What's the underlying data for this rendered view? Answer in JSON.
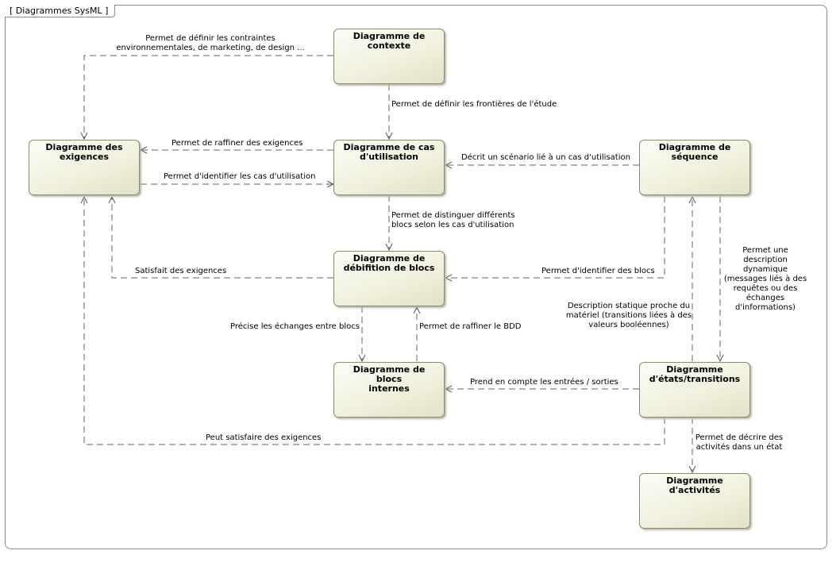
{
  "frame": {
    "title": "[ Diagrammes SysML ]"
  },
  "nodes": {
    "contexte": "Diagramme de\ncontexte",
    "exigences": "Diagramme des\nexigences",
    "cas_utilisation": "Diagramme de cas\nd'utilisation",
    "sequence": "Diagramme de\nséquence",
    "blocs": "Diagramme de\ndébifition de blocs",
    "blocs_internes": "Diagramme de blocs\ninternes",
    "etats_transitions": "Diagramme\nd'états/transitions",
    "activites": "Diagramme d'activités"
  },
  "labels": {
    "contraintes": "Permet de définir les contraintes\nenvironnementales, de marketing, de design ...",
    "frontieres": "Permet de définir les frontières de l'étude",
    "raffiner_exigences": "Permet de raffiner des exigences",
    "identifier_cas": "Permet d'identifier les cas d'utilisation",
    "scenario": "Décrit un scénario lié à un cas d'utilisation",
    "distinguer_blocs": "Permet de distinguer différents\nblocs selon les cas d'utilisation",
    "satisfait": "Satisfait des exigences",
    "identifier_blocs": "Permet d'identifier des blocs",
    "dynamique": "Permet une\ndescription dynamique\n(messages liés à des\nrequêtes ou des\néchanges\nd'informations)",
    "statique": "Description statique proche du\nmatériel (transitions liées à des\nvaleurs booléennes)",
    "echanges_blocs": "Précise les échanges entre blocs",
    "raffiner_bdd": "Permet de raffiner le BDD",
    "entrees_sorties": "Prend en compte les entrées / sorties",
    "peut_satisfaire": "Peut satisfaire des exigences",
    "decrire_activites": "Permet de décrire des\nactivités dans un état"
  }
}
